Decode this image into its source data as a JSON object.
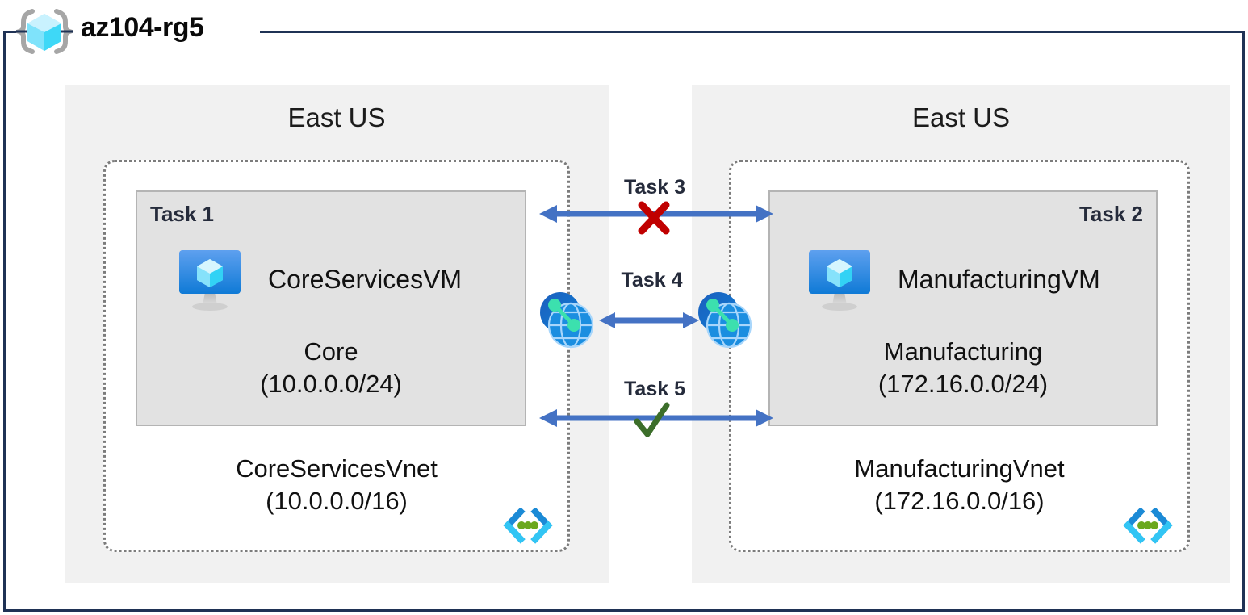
{
  "resource_group": {
    "name": "az104-rg5",
    "icon": "resource-group-cube-icon"
  },
  "regions": [
    {
      "id": "left",
      "label": "East US"
    },
    {
      "id": "right",
      "label": "East US"
    }
  ],
  "vnets": [
    {
      "id": "core",
      "name": "CoreServicesVnet",
      "address_space": "(10.0.0.0/16)",
      "icon": "vnet-icon",
      "subnet": {
        "task": "Task 1",
        "vm_name": "CoreServicesVM",
        "vm_icon": "virtual-machine-icon",
        "subnet_name": "Core",
        "subnet_range": "(10.0.0.0/24)"
      }
    },
    {
      "id": "manufacturing",
      "name": "ManufacturingVnet",
      "address_space": "(172.16.0.0/16)",
      "icon": "vnet-icon",
      "subnet": {
        "task": "Task 2",
        "vm_name": "ManufacturingVM",
        "vm_icon": "virtual-machine-icon",
        "subnet_name": "Manufacturing",
        "subnet_range": "(172.16.0.0/24)"
      }
    }
  ],
  "connections": [
    {
      "id": "task3",
      "label": "Task 3",
      "status": "blocked",
      "marker": "red-x-icon"
    },
    {
      "id": "task4",
      "label": "Task 4",
      "status": "peering",
      "marker": "vnet-peering-icon"
    },
    {
      "id": "task5",
      "label": "Task 5",
      "status": "allowed",
      "marker": "green-check-icon"
    }
  ],
  "colors": {
    "frame_border": "#1f3255",
    "region_bg": "#f1f1f1",
    "subnet_bg": "#e2e2e2",
    "subnet_border": "#b4b4b4",
    "vnet_border": "#7c7c7c",
    "arrow_blue": "#4472c4",
    "blocked_red": "#c00000",
    "allowed_green": "#3c6e2a",
    "task_text": "#252b3b",
    "azure_cyan": "#50e6ff"
  }
}
